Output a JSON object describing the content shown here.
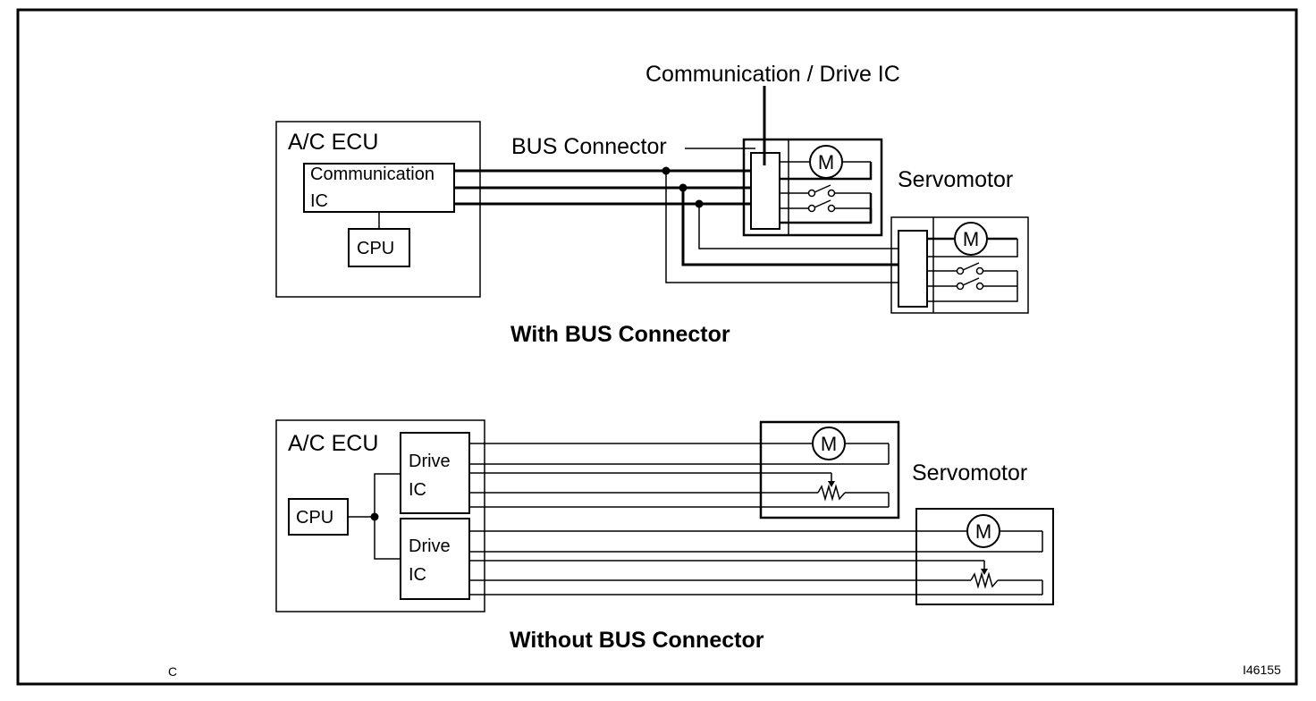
{
  "top": {
    "ecu_label": "A/C ECU",
    "comm_ic_line1": "Communication",
    "comm_ic_line2": "IC",
    "cpu_label": "CPU",
    "bus_connector_label": "BUS Connector",
    "comm_drive_ic_label": "Communication / Drive IC",
    "servomotor_label": "Servomotor",
    "motor_symbol": "M",
    "caption": "With BUS Connector"
  },
  "bottom": {
    "ecu_label": "A/C ECU",
    "cpu_label": "CPU",
    "drive_ic_1_line1": "Drive",
    "drive_ic_1_line2": "IC",
    "drive_ic_2_line1": "Drive",
    "drive_ic_2_line2": "IC",
    "servomotor_label": "Servomotor",
    "motor_symbol": "M",
    "caption": "Without BUS Connector"
  },
  "footer": {
    "left_code": "C",
    "figure_id": "I46155"
  }
}
